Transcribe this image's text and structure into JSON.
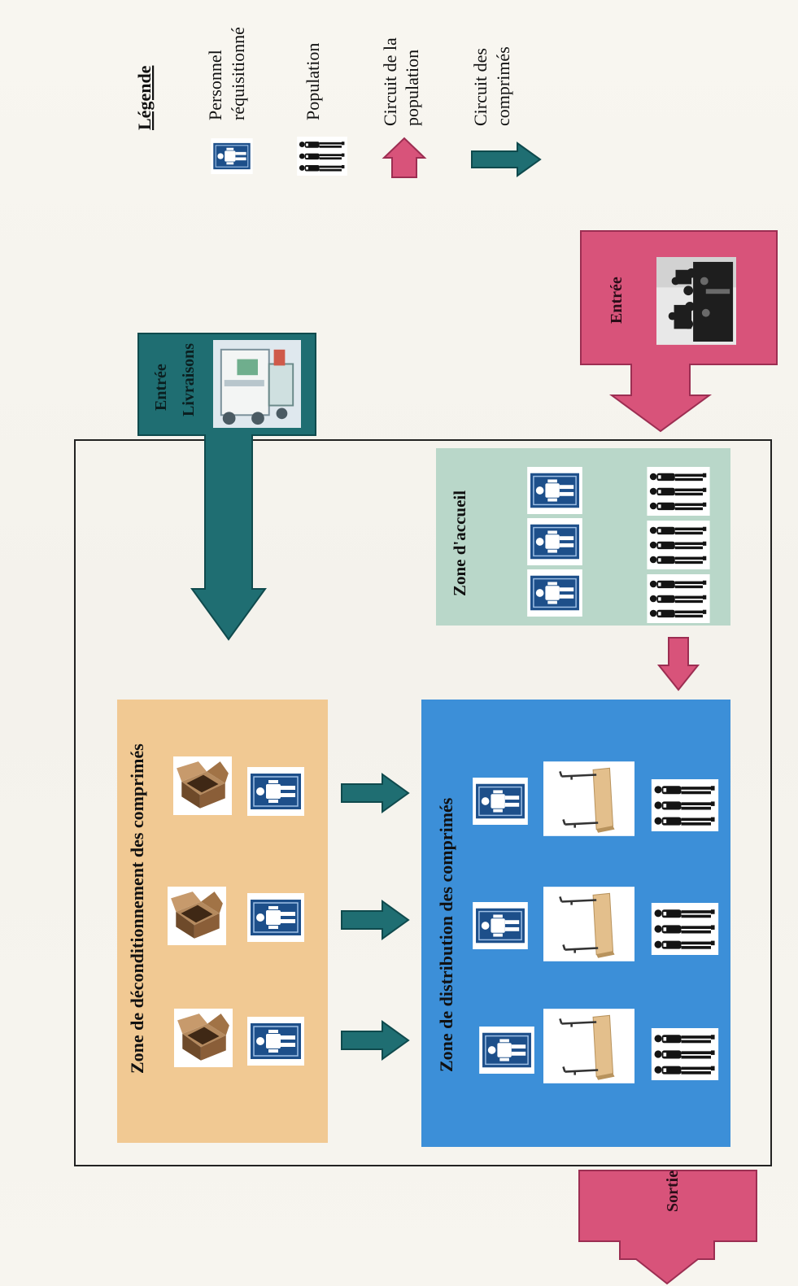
{
  "legend": {
    "title": "Légende",
    "items": [
      {
        "line1": "Personnel",
        "line2": "réquisitionné",
        "icon": "staff-icon"
      },
      {
        "line1": "Population",
        "line2": "",
        "icon": "population-icon"
      },
      {
        "line1": "Circuit de la",
        "line2": "population",
        "icon": "pink-arrow-icon"
      },
      {
        "line1": "Circuit des",
        "line2": "comprimés",
        "icon": "teal-arrow-icon"
      }
    ]
  },
  "entrances": {
    "deliveries": {
      "line1": "Entrée",
      "line2": "Livraisons"
    },
    "main": "Entrée",
    "exit": "Sortie"
  },
  "zones": {
    "unpacking": "Zone de déconditionnement des comprimés",
    "distribution": "Zone de distribution des comprimés",
    "reception": "Zone d'accueil"
  },
  "colors": {
    "teal": "#1f6e72",
    "pink": "#d8537a",
    "orange_zone": "#f1c993",
    "blue_zone": "#3c8fd8",
    "green_zone": "#b9d7c9",
    "staff_blue": "#1d4f8a"
  }
}
